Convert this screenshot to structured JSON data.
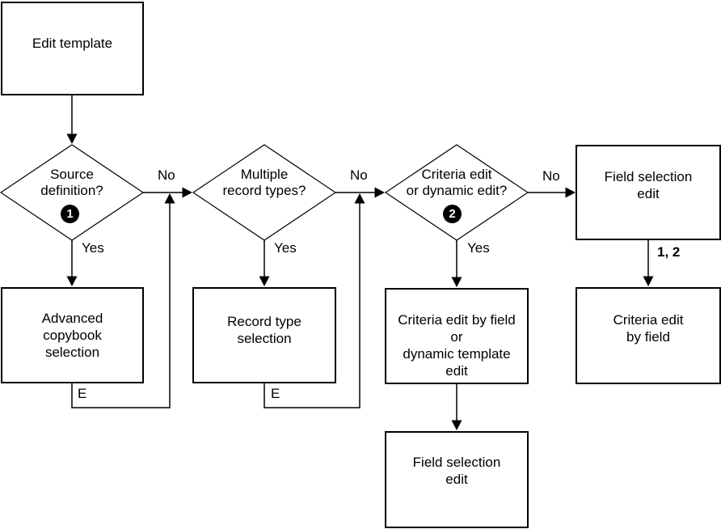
{
  "nodes": {
    "edit_template": {
      "label": "Edit template"
    },
    "source_definition": {
      "label": "Source\ndefinition?",
      "badge": "1"
    },
    "multiple_record_types": {
      "label": "Multiple\nrecord types?"
    },
    "criteria_or_dynamic": {
      "label": "Criteria edit\nor dynamic edit?",
      "badge": "2"
    },
    "field_selection_edit_top": {
      "label": "Field selection\nedit"
    },
    "advanced_copybook_selection": {
      "label": "Advanced\ncopybook\nselection"
    },
    "record_type_selection": {
      "label": "Record type\nselection"
    },
    "criteria_edit_or_dynamic_template": {
      "label": "Criteria edit by field\nor\ndynamic template\nedit"
    },
    "criteria_edit_by_field": {
      "label": "Criteria edit\nby field"
    },
    "field_selection_edit_bottom": {
      "label": "Field selection\nedit"
    }
  },
  "edge_labels": {
    "no_source": "No",
    "no_multiple": "No",
    "no_criteria": "No",
    "yes_source": "Yes",
    "yes_multiple": "Yes",
    "yes_criteria": "Yes",
    "exit_source": "E",
    "exit_multiple": "E",
    "one_two": "1, 2"
  },
  "colors": {
    "line": "#000000",
    "background": "#ffffff",
    "badge_fill": "#000000",
    "badge_text": "#ffffff"
  }
}
